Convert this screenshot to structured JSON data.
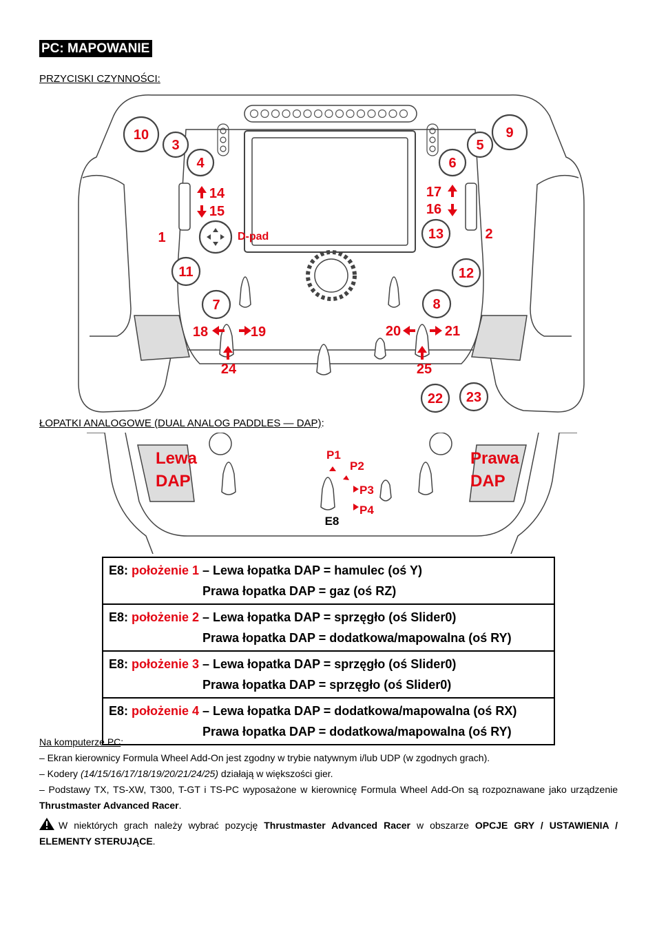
{
  "heading": "PC: MAPOWANIE",
  "section_buttons": "PRZYCISKI CZYNNOŚCI:",
  "section_paddles": "ŁOPATKI ANALOGOWE (DUAL ANALOG PADDLES — DAP)",
  "section_paddles_colon": ":",
  "wheel_labels": {
    "b1": "1",
    "b2": "2",
    "b3": "3",
    "b4": "4",
    "b5": "5",
    "b6": "6",
    "b7": "7",
    "b8": "8",
    "b9": "9",
    "b10": "10",
    "b11": "11",
    "b12": "12",
    "b13": "13",
    "b14": "14",
    "b15": "15",
    "b16": "16",
    "b17": "17",
    "b18": "18",
    "b19": "19",
    "b20": "20",
    "b21": "21",
    "b22": "22",
    "b23": "23",
    "b24": "24",
    "b25": "25",
    "dpad": "D-pad"
  },
  "dap_labels": {
    "left_1": "Lewa",
    "left_2": "DAP",
    "right_1": "Prawa",
    "right_2": "DAP",
    "p1": "P1",
    "p2": "P2",
    "p3": "P3",
    "p4": "P4",
    "e8": "E8"
  },
  "table": [
    {
      "e8": "E8:",
      "pos": "położenie 1",
      "line1": " – Lewa łopatka DAP = hamulec (oś Y)",
      "line2": "Prawa łopatka DAP = gaz (oś RZ)"
    },
    {
      "e8": "E8:",
      "pos": "położenie 2",
      "line1": " – Lewa łopatka DAP = sprzęgło (oś Slider0)",
      "line2": "Prawa łopatka DAP = dodatkowa/mapowalna (oś RY)"
    },
    {
      "e8": "E8:",
      "pos": "położenie 3",
      "line1": " – Lewa łopatka DAP = sprzęgło (oś Slider0)",
      "line2": "Prawa łopatka DAP = sprzęgło (oś Slider0)"
    },
    {
      "e8": "E8:",
      "pos": "położenie 4",
      "line1": " – Lewa łopatka DAP = dodatkowa/mapowalna (oś RX)",
      "line2": "Prawa łopatka DAP = dodatkowa/mapowalna (oś RY)"
    }
  ],
  "notes": {
    "intro": "Na komputerze PC",
    "intro_colon": ":",
    "n1": "– Ekran kierownicy Formula Wheel Add-On jest zgodny w trybie natywnym i/lub UDP (w zgodnych grach).",
    "n2_a": "– Kodery ",
    "n2_b": "(14/15/16/17/18/19/20/21/24/25)",
    "n2_c": " działają w większości gier.",
    "n3_a": "– Podstawy TX, TS-XW, T300, T-GT i TS-PC wyposażone w kierownicę Formula Wheel Add-On są rozpoznawane jako urządzenie ",
    "n3_b": "Thrustmaster Advanced Racer",
    "n3_c": ".",
    "n4_a": "W niektórych grach należy wybrać pozycję ",
    "n4_b": "Thrustmaster Advanced Racer",
    "n4_c": " w obszarze ",
    "n4_d": "OPCJE GRY",
    "n4_e": " / ",
    "n4_f": "USTAWIENIA",
    "n4_g": " / ",
    "n4_h": "ELEMENTY STERUJĄCE",
    "n4_i": "."
  }
}
